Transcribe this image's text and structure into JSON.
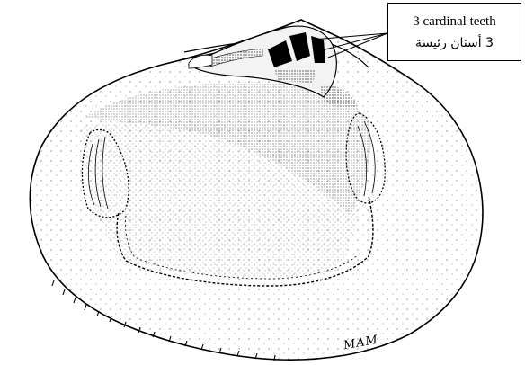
{
  "label": {
    "english": "3 cardinal teeth",
    "arabic": "3 أسنان رئيسة"
  },
  "signature": "MAM",
  "icons": {
    "shell": "clam-shell-interior-illustration",
    "teeth": "cardinal-teeth-hinge",
    "pointer": "leader-lines"
  }
}
